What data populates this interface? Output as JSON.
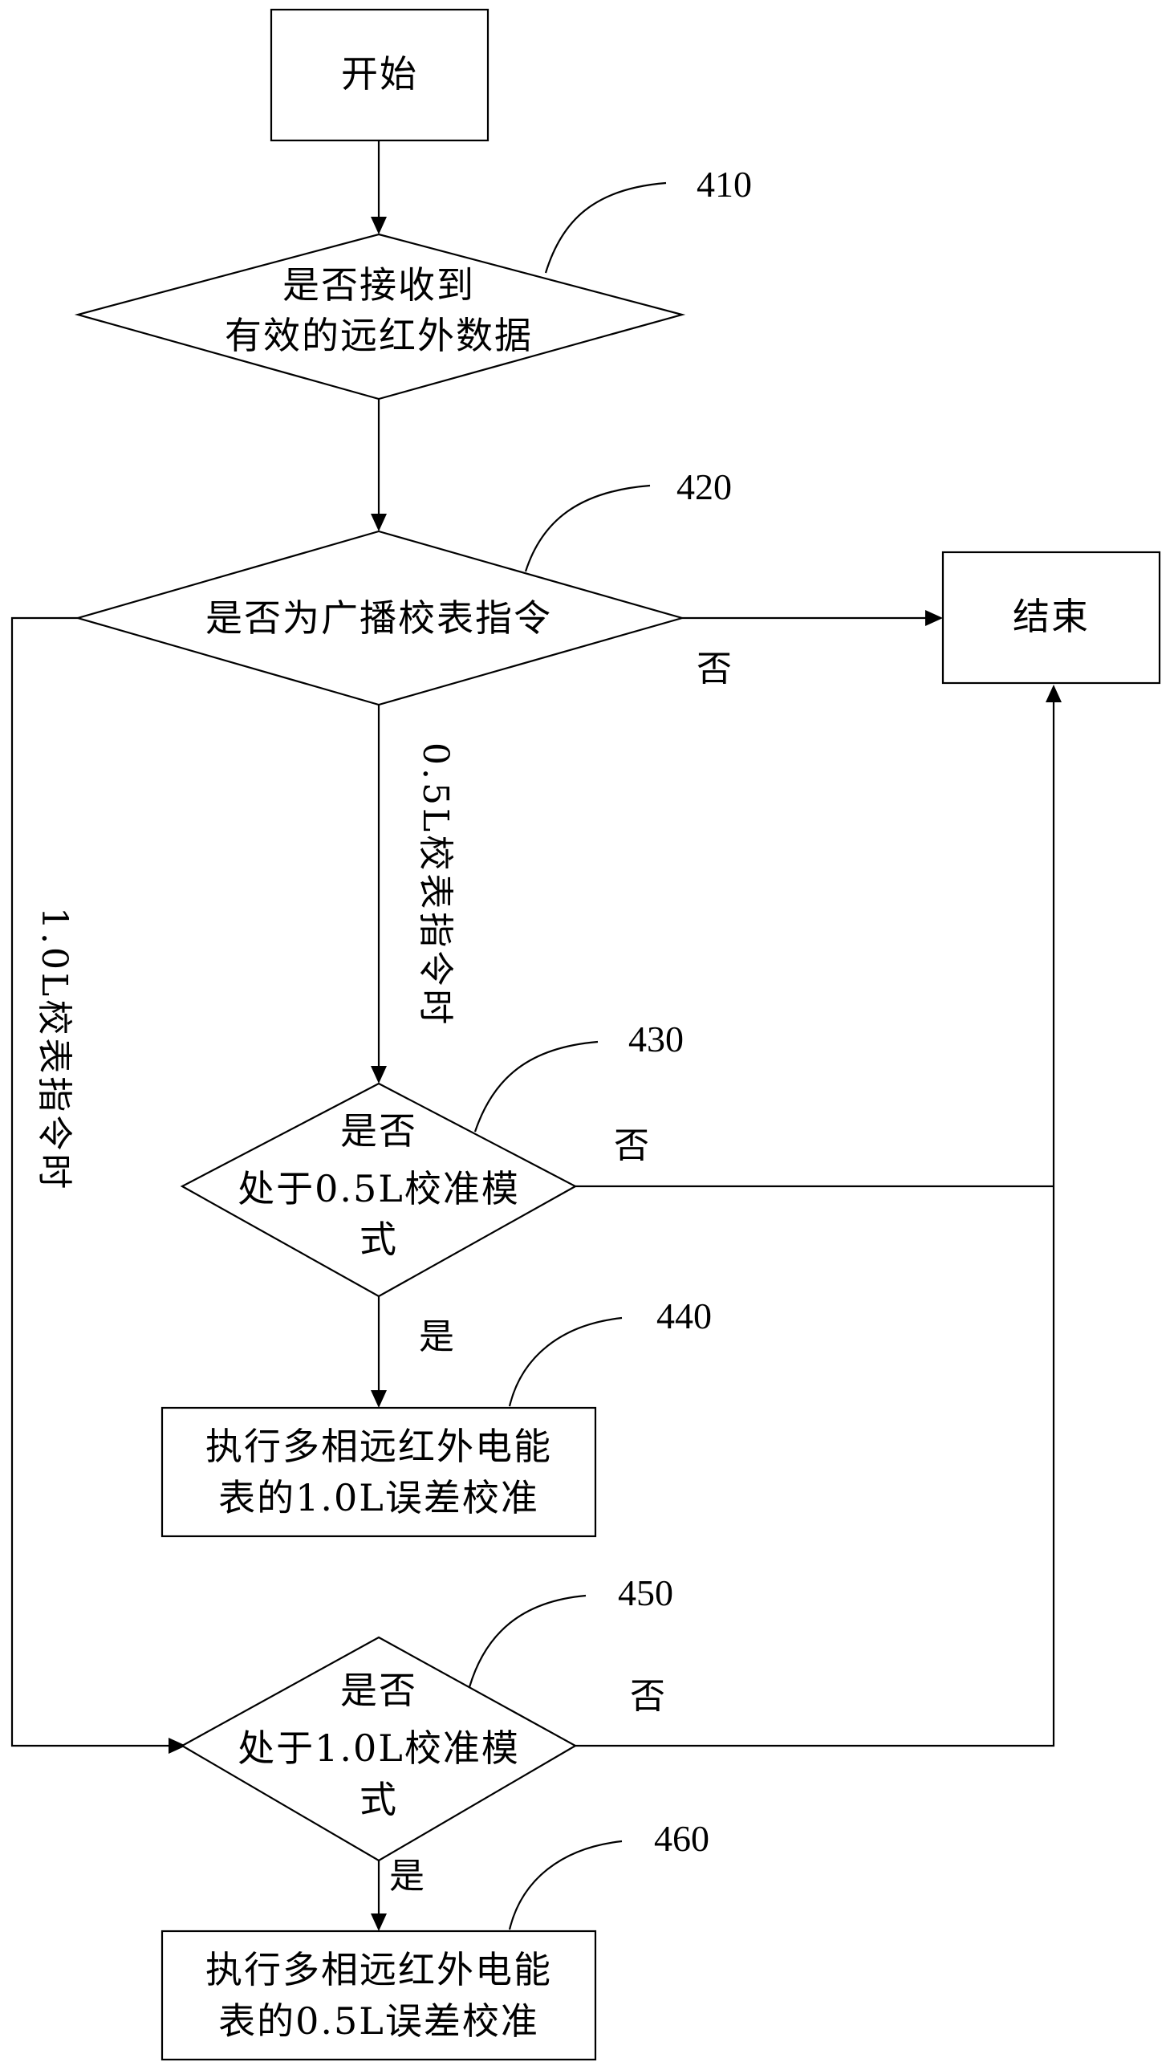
{
  "nodes": {
    "start": {
      "text": "开始"
    },
    "d410": {
      "ref": "410",
      "lines": [
        "是否接收到",
        "有效的远红外数据"
      ]
    },
    "d420": {
      "ref": "420",
      "text": "是否为广播校表指令"
    },
    "end": {
      "text": "结束"
    },
    "d430": {
      "ref": "430",
      "lines": [
        "是否",
        "处于0.5L校准模",
        "式"
      ]
    },
    "p440": {
      "ref": "440",
      "lines": [
        "执行多相远红外电能",
        "表的1.0L误差校准"
      ]
    },
    "d450": {
      "ref": "450",
      "lines": [
        "是否",
        "处于1.0L校准模",
        "式"
      ]
    },
    "p460": {
      "ref": "460",
      "lines": [
        "执行多相远红外电能",
        "表的0.5L误差校准"
      ]
    }
  },
  "edges": {
    "no_420": "否",
    "branch_05": "0.5L校表指令时",
    "branch_10": "1.0L校表指令时",
    "no_430": "否",
    "yes_430": "是",
    "no_450": "否",
    "yes_450": "是"
  }
}
